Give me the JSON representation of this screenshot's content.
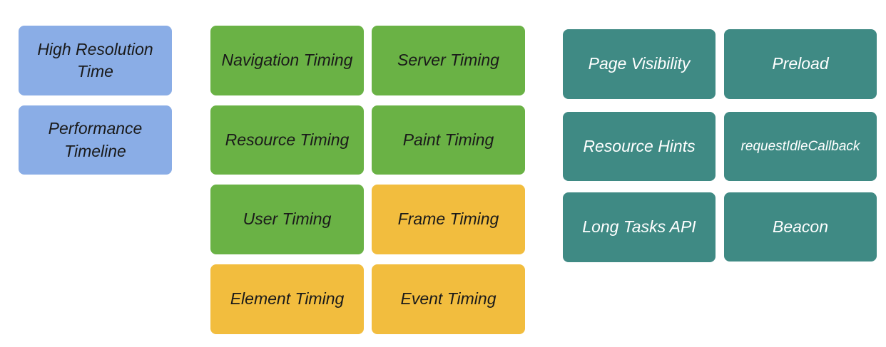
{
  "groups": {
    "core": {
      "color": "#8aade6",
      "items": [
        "High Resolution\nTime",
        "Performance\nTimeline"
      ]
    },
    "timing": {
      "colors": {
        "green": "#6ab245",
        "yellow": "#f2bd3e"
      },
      "items": [
        "Navigation Timing",
        "Server Timing",
        "Resource Timing",
        "Paint Timing",
        "User Timing",
        "Frame Timing",
        "Element Timing",
        "Event Timing"
      ]
    },
    "other": {
      "color": "#3f8a84",
      "items": [
        "Page Visibility",
        "Preload",
        "Resource Hints",
        "requestIdleCallback",
        "Long Tasks API",
        "Beacon"
      ]
    }
  }
}
